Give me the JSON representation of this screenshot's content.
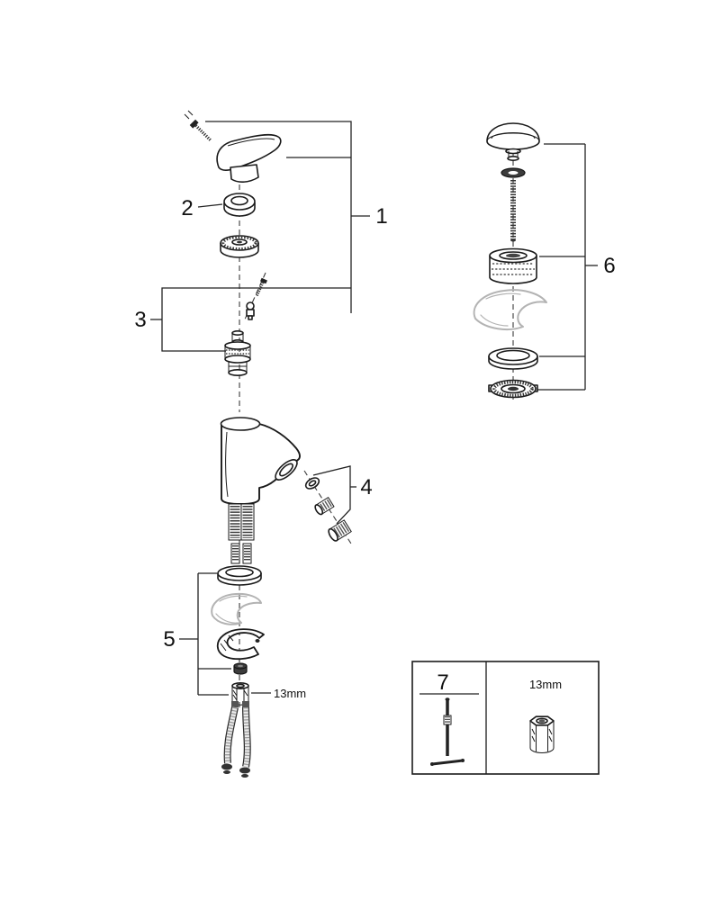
{
  "diagram": {
    "callouts": {
      "part1": "1",
      "part2": "2",
      "part3": "3",
      "part4": "4",
      "part5": "5",
      "part6": "6",
      "part7": "7"
    },
    "annotations": {
      "adapter_size_callout": "13mm",
      "tool_box_size": "13mm"
    },
    "colors": {
      "line": "#1a1a1a",
      "accessory_gray": "#b3b3b3",
      "background": "#ffffff"
    }
  }
}
